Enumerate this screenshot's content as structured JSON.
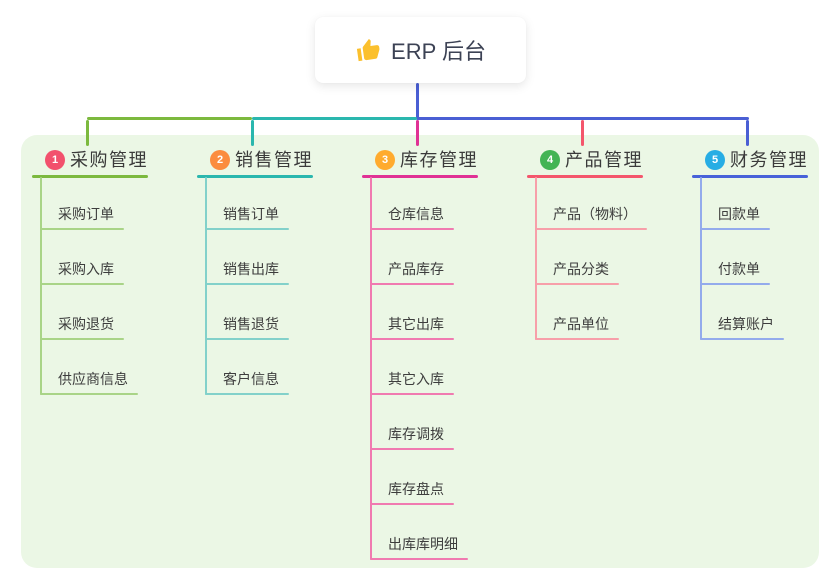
{
  "root": {
    "label": "ERP 后台",
    "icon": "thumbs-up-icon"
  },
  "colors": {
    "panel_bg": "#ebf7e5",
    "trunk": "#4a5fd4",
    "icon": "#fbc02d"
  },
  "branches": [
    {
      "num": "1",
      "label": "采购管理",
      "badge_color": "#f2516d",
      "line_color": "#7cb93e",
      "child_line_color": "#a9d487",
      "children": [
        "采购订单",
        "采购入库",
        "采购退货",
        "供应商信息"
      ]
    },
    {
      "num": "2",
      "label": "销售管理",
      "badge_color": "#fb8c3e",
      "line_color": "#2ab7ae",
      "child_line_color": "#82d1ca",
      "children": [
        "销售订单",
        "销售出库",
        "销售退货",
        "客户信息"
      ]
    },
    {
      "num": "3",
      "label": "库存管理",
      "badge_color": "#ffab2e",
      "line_color": "#e03295",
      "child_line_color": "#f07ab0",
      "children": [
        "仓库信息",
        "产品库存",
        "其它出库",
        "其它入库",
        "库存调拨",
        "库存盘点",
        "出库库明细"
      ]
    },
    {
      "num": "4",
      "label": "产品管理",
      "badge_color": "#43b454",
      "line_color": "#f4566c",
      "child_line_color": "#f79fa9",
      "children": [
        "产品（物料）",
        "产品分类",
        "产品单位"
      ]
    },
    {
      "num": "5",
      "label": "财务管理",
      "badge_color": "#27ade4",
      "line_color": "#4862d9",
      "child_line_color": "#93abec",
      "children": [
        "回款单",
        "付款单",
        "结算账户"
      ]
    }
  ]
}
